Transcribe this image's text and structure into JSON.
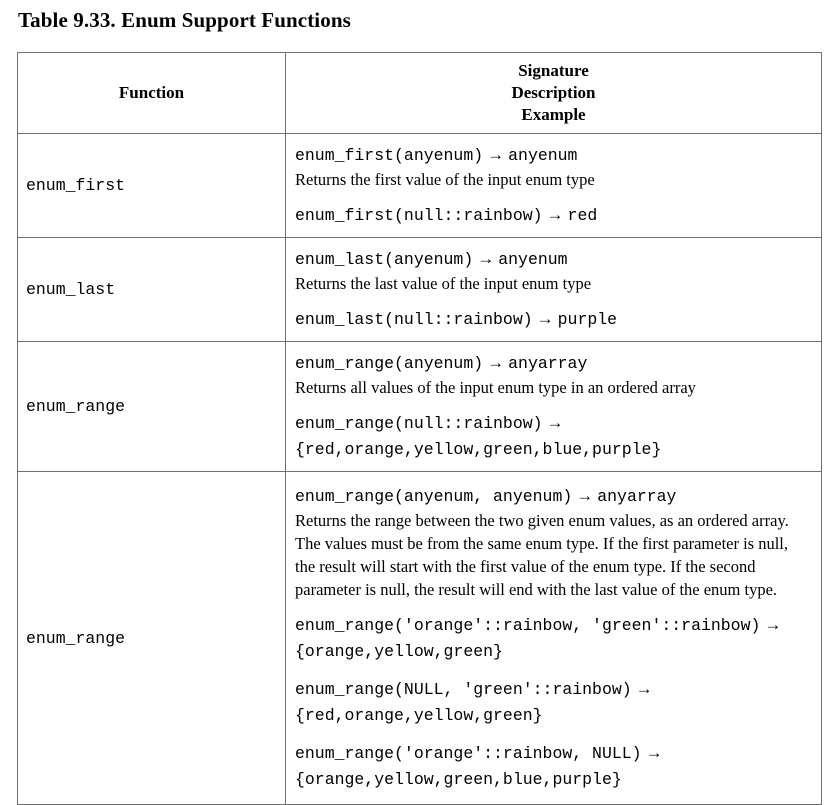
{
  "page": {
    "title": "Table 9.33. Enum Support Functions"
  },
  "glyphs": {
    "arrow": "→"
  },
  "table": {
    "header": {
      "function": "Function",
      "signature_lines": [
        "Signature",
        "Description",
        "Example"
      ]
    },
    "rows": [
      {
        "function": "enum_first",
        "signature_call": "enum_first(anyenum)",
        "signature_return": "anyenum",
        "description": "Returns the first value of the input enum type",
        "examples": [
          {
            "call": "enum_first(null::rainbow)",
            "result": "red"
          }
        ]
      },
      {
        "function": "enum_last",
        "signature_call": "enum_last(anyenum)",
        "signature_return": "anyenum",
        "description": "Returns the last value of the input enum type",
        "examples": [
          {
            "call": "enum_last(null::rainbow)",
            "result": "purple"
          }
        ]
      },
      {
        "function": "enum_range",
        "signature_call": "enum_range(anyenum)",
        "signature_return": "anyarray",
        "description": "Returns all values of the input enum type in an ordered array",
        "examples": [
          {
            "call": "enum_range(null::rainbow)",
            "result": "{red,orange,yellow,green,blue,purple}"
          }
        ]
      },
      {
        "function": "enum_range",
        "signature_call": "enum_range(anyenum, anyenum)",
        "signature_return": "anyarray",
        "description": "Returns the range between the two given enum values, as an ordered array. The values must be from the same enum type. If the first parameter is null, the result will start with the first value of the enum type. If the second parameter is null, the result will end with the last value of the enum type.",
        "examples": [
          {
            "call": "enum_range('orange'::rainbow, 'green'::rainbow)",
            "result": "{orange,yellow,green}"
          },
          {
            "call": "enum_range(NULL, 'green'::rainbow)",
            "result": "{red,orange,yellow,green}"
          },
          {
            "call": "enum_range('orange'::rainbow, NULL)",
            "result": "{orange,yellow,green,blue,purple}"
          }
        ]
      }
    ]
  }
}
